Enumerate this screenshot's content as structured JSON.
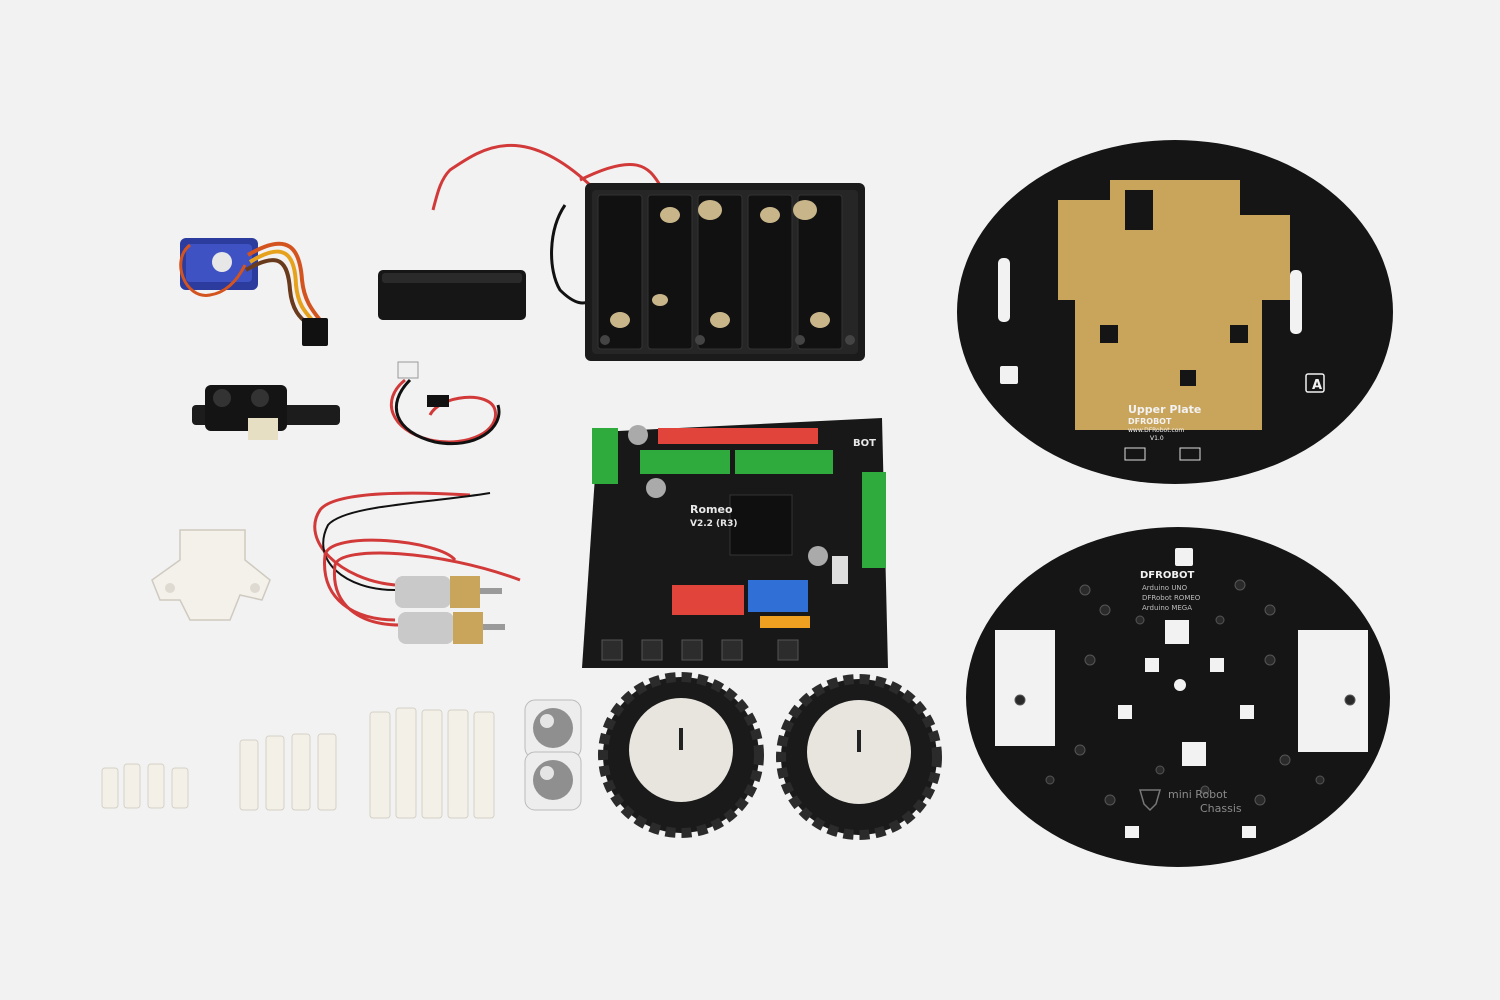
{
  "scene": {
    "background": "#f2f2f2",
    "pcb_color": "#151515",
    "copper_color": "#c9a55c",
    "green_terminal": "#2faa3c",
    "red_header": "#e0443a",
    "blue_header": "#2f6fd6"
  },
  "board": {
    "name": "Romeo",
    "version": "V2.2 (R3)",
    "brand_fragment": "BOT"
  },
  "upper_plate": {
    "title": "Upper Plate",
    "brand": "DFROBOT",
    "url": "www.DFRobot.com",
    "version": "V1.0",
    "corner_mark": "A"
  },
  "lower_plate": {
    "brand": "DFROBOT",
    "compat": [
      "Arduino UNO",
      "DFRobot ROMEO",
      "Arduino MEGA"
    ],
    "footer": [
      "mini Robot",
      "Chassis"
    ]
  },
  "parts": [
    {
      "id": "servo",
      "label": "micro servo"
    },
    {
      "id": "battery-cover",
      "label": "battery cover"
    },
    {
      "id": "battery-holder",
      "label": "5xAA battery holder"
    },
    {
      "id": "ir-sensor",
      "label": "IR distance sensor"
    },
    {
      "id": "sensor-cable",
      "label": "sensor cable"
    },
    {
      "id": "gear-motors",
      "label": "micro gear motors"
    },
    {
      "id": "motor-bracket",
      "label": "motor bracket"
    },
    {
      "id": "romeo-board",
      "label": "controller board"
    },
    {
      "id": "spacers",
      "label": "nylon standoffs"
    },
    {
      "id": "ball-casters",
      "label": "ball casters"
    },
    {
      "id": "wheels",
      "label": "rubber wheels"
    },
    {
      "id": "upper-plate",
      "label": "upper chassis plate"
    },
    {
      "id": "lower-plate",
      "label": "lower chassis plate"
    }
  ]
}
